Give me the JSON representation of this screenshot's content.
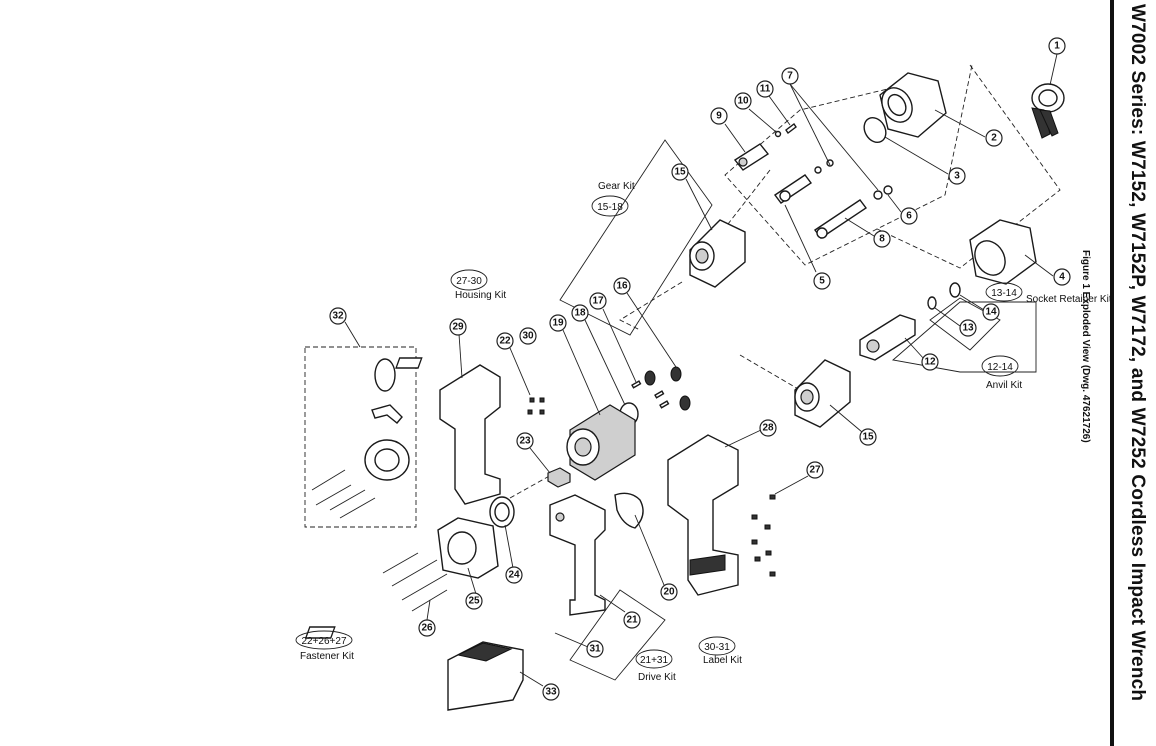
{
  "title": "W7002 Series: W7152, W7152P, W7172, and W7252 Cordless Impact Wrench",
  "figure_caption": "Figure 1 Exploded View (Dwg. 47621726)",
  "callouts": [
    "1",
    "2",
    "3",
    "4",
    "5",
    "6",
    "7",
    "8",
    "9",
    "10",
    "11",
    "12",
    "13",
    "14",
    "15",
    "15",
    "16",
    "17",
    "18",
    "19",
    "20",
    "21",
    "22",
    "23",
    "24",
    "25",
    "26",
    "27",
    "28",
    "29",
    "30",
    "31",
    "32",
    "33"
  ],
  "kits": {
    "gear": {
      "range": "15-18",
      "name": "Gear Kit"
    },
    "housing": {
      "range": "27-30",
      "name": "Housing Kit"
    },
    "socket_retainer": {
      "range": "13-14",
      "name": "Socket Retainer Kit"
    },
    "anvil": {
      "range": "12-14",
      "name": "Anvil Kit"
    },
    "fastener": {
      "range": "22+26+27",
      "name": "Fastener Kit"
    },
    "drive": {
      "range": "21+31",
      "name": "Drive Kit"
    },
    "label": {
      "range": "30-31",
      "name": "Label Kit"
    }
  }
}
